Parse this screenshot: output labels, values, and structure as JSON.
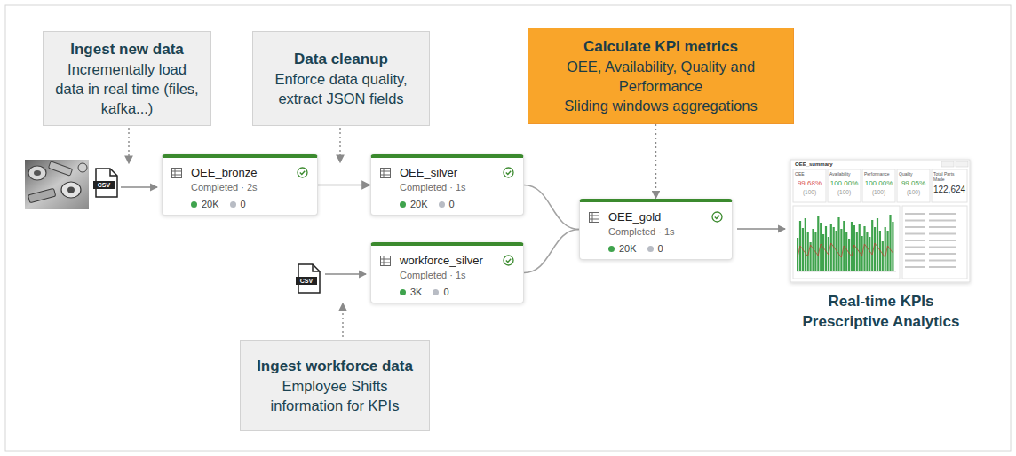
{
  "diagram": {
    "nodes": [
      {
        "text": [
          "Ingest new data",
          "Incrementally load data in real time (files, kafka...)"
        ]
      },
      {
        "text": [
          "Data cleanup",
          "Enforce data quality, extract JSON fields"
        ]
      },
      {
        "text": [
          "Calculate KPI metrics",
          "OEE, Availability, Quality and Performance",
          "Sliding windows aggregations"
        ]
      },
      {
        "text": [
          "OEE_bronze",
          "Completed · 2s",
          "20K",
          "0"
        ]
      },
      {
        "text": [
          "OEE_silver",
          "Completed · 1s",
          "20K",
          "0"
        ]
      },
      {
        "text": [
          "OEE_gold",
          "Completed · 1s",
          "20K",
          "0"
        ]
      },
      {
        "text": [
          "workforce_silver",
          "Completed · 1s",
          "3K",
          "0"
        ]
      },
      {
        "text": [
          "Ingest workforce data",
          "Employee Shifts information for KPIs"
        ]
      }
    ],
    "edges": [
      {
        "from": 3,
        "to": 4,
        "arrow": "to"
      },
      {
        "from": 4,
        "to": 5,
        "arrow": "none"
      },
      {
        "from": 6,
        "to": 5,
        "arrow": "none"
      },
      {
        "from": 2,
        "to": 5,
        "arrow": "to"
      }
    ],
    "labels": [
      "CSV",
      "CSV",
      "OEE_summary",
      "OEE",
      "99.68%",
      "(100)",
      "Availability",
      "100.00%",
      "(100)",
      "Performance",
      "100.00%",
      "(100)",
      "Quality",
      "99.05%",
      "(100)",
      "Total Parts Made",
      "122,624",
      "Real-time KPIs Prescriptive Analytics"
    ]
  }
}
